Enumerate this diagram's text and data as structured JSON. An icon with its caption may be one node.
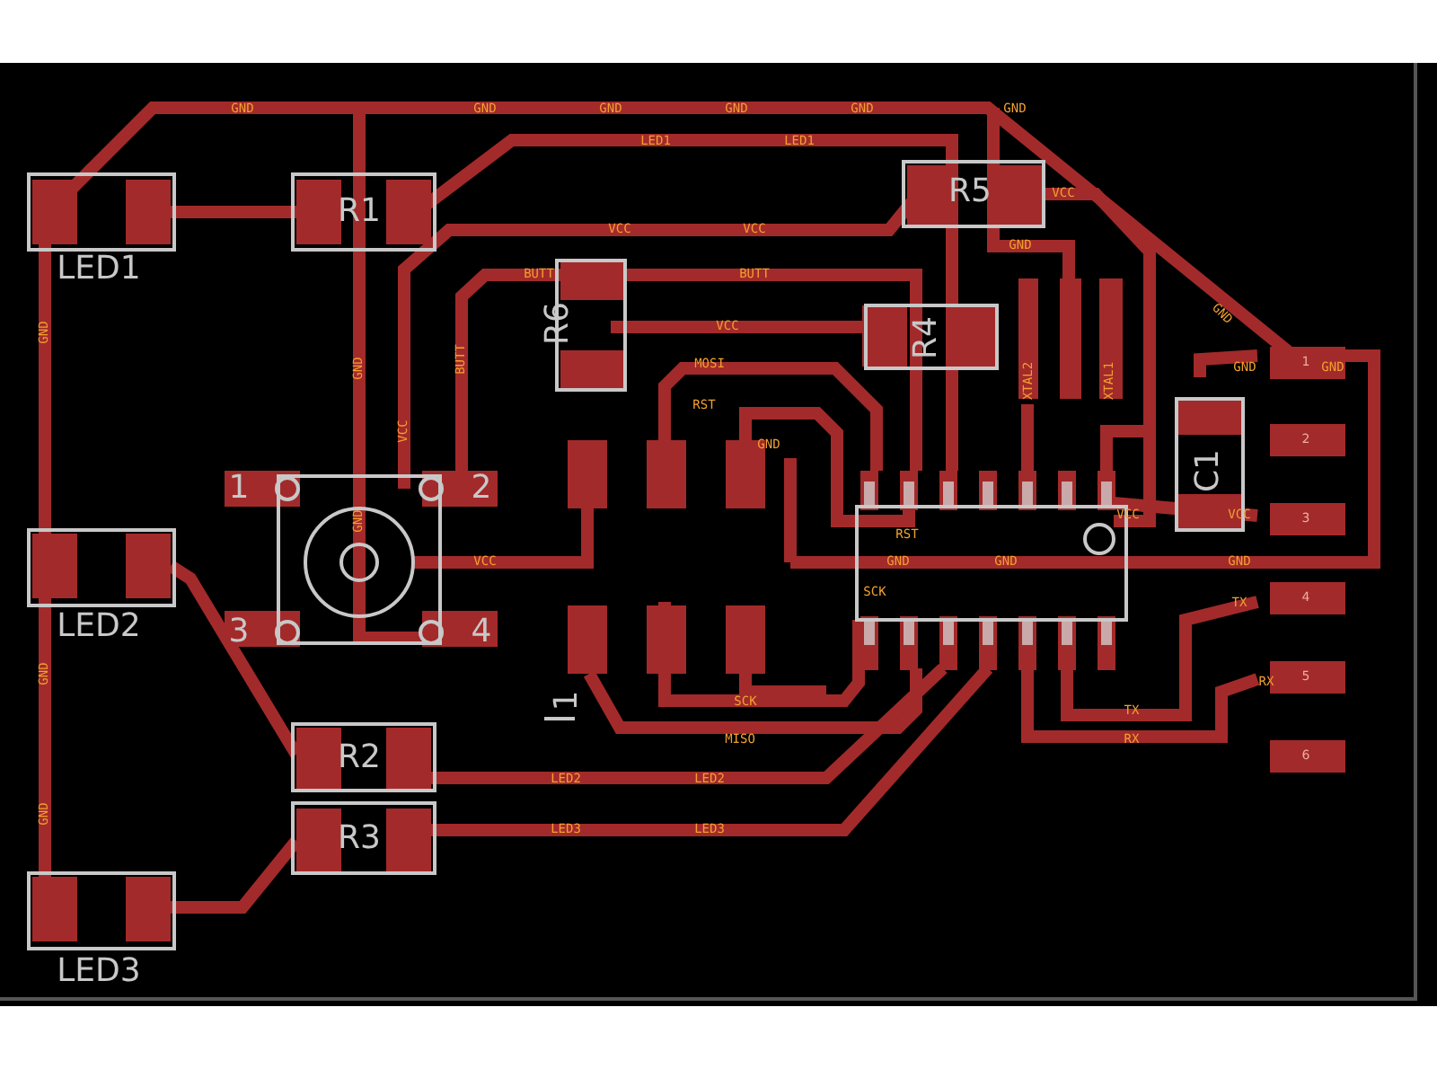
{
  "diagram": {
    "labels": [
      "GND",
      "GND",
      "GND",
      "GND",
      "GND",
      "GND",
      "LED1",
      "LED1",
      "LED1",
      "R1",
      "R5",
      "VCC",
      "VCC",
      "VCC",
      "BUTT",
      "BUTT",
      "R6",
      "VCC",
      "R4",
      "GND",
      "GND",
      "XTAL2",
      "XTAL1",
      "C1",
      "MOSI",
      "GND",
      "GND",
      "RST",
      "GND",
      "1",
      "2",
      "3",
      "4",
      "VCC",
      "LED2",
      "RST",
      "GND",
      "GND",
      "GND",
      "VCC",
      "VCC",
      "SCK",
      "TX",
      "RX",
      "SCK",
      "MISO",
      "TX",
      "RX",
      "R2",
      "R3",
      "LED2",
      "LED3",
      "LED2",
      "LED3",
      "1",
      "LED3",
      "1",
      "2",
      "3",
      "4",
      "5",
      "6",
      "GND",
      "GND",
      "GND",
      "GND",
      "GND",
      "VCC",
      "BUTT"
    ]
  }
}
